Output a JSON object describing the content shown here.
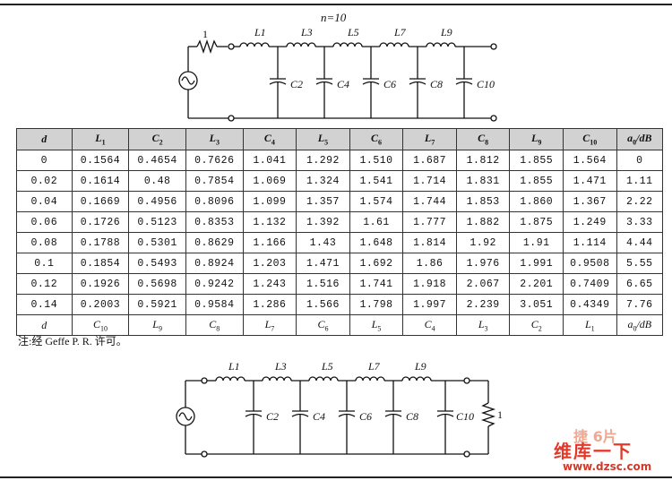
{
  "top_circuit": {
    "order_label": "n=10",
    "source_resistor_label": "1",
    "inductor_labels": [
      "L1",
      "L3",
      "L5",
      "L7",
      "L9"
    ],
    "capacitor_labels": [
      "C2",
      "C4",
      "C6",
      "C8",
      "C10"
    ]
  },
  "table": {
    "headers": [
      "d",
      "L1",
      "C2",
      "L3",
      "C4",
      "L5",
      "C6",
      "L7",
      "C8",
      "L9",
      "C10",
      "a0/dB"
    ],
    "rows": [
      [
        "0",
        "0.1564",
        "0.4654",
        "0.7626",
        "1.041",
        "1.292",
        "1.510",
        "1.687",
        "1.812",
        "1.855",
        "1.564",
        "0"
      ],
      [
        "0.02",
        "0.1614",
        "0.48",
        "0.7854",
        "1.069",
        "1.324",
        "1.541",
        "1.714",
        "1.831",
        "1.855",
        "1.471",
        "1.11"
      ],
      [
        "0.04",
        "0.1669",
        "0.4956",
        "0.8096",
        "1.099",
        "1.357",
        "1.574",
        "1.744",
        "1.853",
        "1.860",
        "1.367",
        "2.22"
      ],
      [
        "0.06",
        "0.1726",
        "0.5123",
        "0.8353",
        "1.132",
        "1.392",
        "1.61",
        "1.777",
        "1.882",
        "1.875",
        "1.249",
        "3.33"
      ],
      [
        "0.08",
        "0.1788",
        "0.5301",
        "0.8629",
        "1.166",
        "1.43",
        "1.648",
        "1.814",
        "1.92",
        "1.91",
        "1.114",
        "4.44"
      ],
      [
        "0.1",
        "0.1854",
        "0.5493",
        "0.8924",
        "1.203",
        "1.471",
        "1.692",
        "1.86",
        "1.976",
        "1.991",
        "0.9508",
        "5.55"
      ],
      [
        "0.12",
        "0.1926",
        "0.5698",
        "0.9242",
        "1.243",
        "1.516",
        "1.741",
        "1.918",
        "2.067",
        "2.201",
        "0.7409",
        "6.65"
      ],
      [
        "0.14",
        "0.2003",
        "0.5921",
        "0.9584",
        "1.286",
        "1.566",
        "1.798",
        "1.997",
        "2.239",
        "3.051",
        "0.4349",
        "7.76"
      ]
    ],
    "footer": [
      "d",
      "C10",
      "L9",
      "C8",
      "L7",
      "C6",
      "L5",
      "C4",
      "L3",
      "C2",
      "L1",
      "a0/dB"
    ]
  },
  "note": "注:经 Geffe P. R. 许可。",
  "bottom_circuit": {
    "inductor_labels": [
      "L1",
      "L3",
      "L5",
      "L7",
      "L9"
    ],
    "capacitor_labels": [
      "C2",
      "C4",
      "C6",
      "C8",
      "C10"
    ],
    "load_resistor_label": "1"
  },
  "watermark": {
    "deco": "捷 6片",
    "logo": "维库一下",
    "url": "www.dzsc.com"
  },
  "colors": {
    "header_fill": "#d2d2d2",
    "watermark": "#e23a2a",
    "ink": "#111111"
  },
  "icons": [
    "ac-source-icon",
    "resistor-icon",
    "inductor-icon",
    "capacitor-icon",
    "terminal-icon"
  ]
}
